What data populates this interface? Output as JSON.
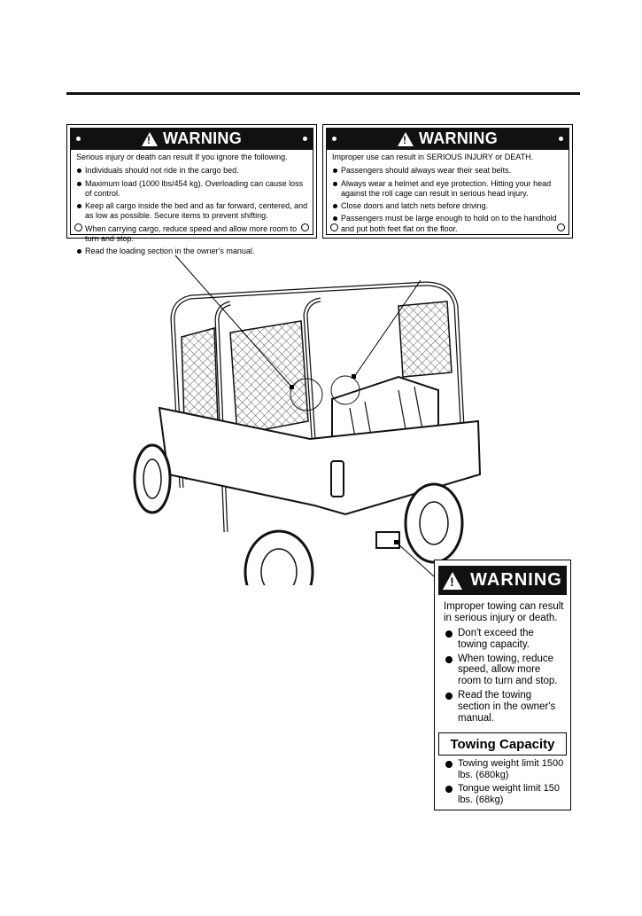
{
  "labels": {
    "cargo": {
      "title": "WARNING",
      "intro": "Serious injury or death can result If you ignore the following.",
      "items": [
        "Individuals should not ride in the cargo bed.",
        "Maximum load (1000 lbs/454 kg). Overloading can cause loss of control.",
        "Keep all cargo inside the bed and as far forward, centered, and as low as possible. Secure items to prevent shifting.",
        "When carrying cargo, reduce speed and allow more room to turn and stop.",
        "Read the loading section in the owner's manual."
      ]
    },
    "passenger": {
      "title": "WARNING",
      "intro": "Improper use can result in SERIOUS INJURY or DEATH.",
      "items": [
        "Passengers should always wear their seat belts.",
        "Always wear a helmet and eye protection. Hitting your head against the roll cage can result in serious head injury.",
        "Close doors and latch nets before driving.",
        "Passengers must be large enough to hold on to the handhold and put both feet flat on the floor."
      ]
    },
    "towing": {
      "title": "WARNING",
      "intro": "Improper towing can result in serious injury or death.",
      "items": [
        "Don't exceed the towing capacity.",
        "When towing, reduce speed, allow more room to turn and stop.",
        "Read the towing section in the owner's manual."
      ],
      "capacity_title": "Towing Capacity",
      "capacity_items": [
        "Towing weight limit 1500 lbs. (680kg)",
        "Tongue weight limit 150 lbs. (68kg)"
      ]
    }
  },
  "illustration": {
    "subject": "side-by-side vehicle rear view"
  }
}
